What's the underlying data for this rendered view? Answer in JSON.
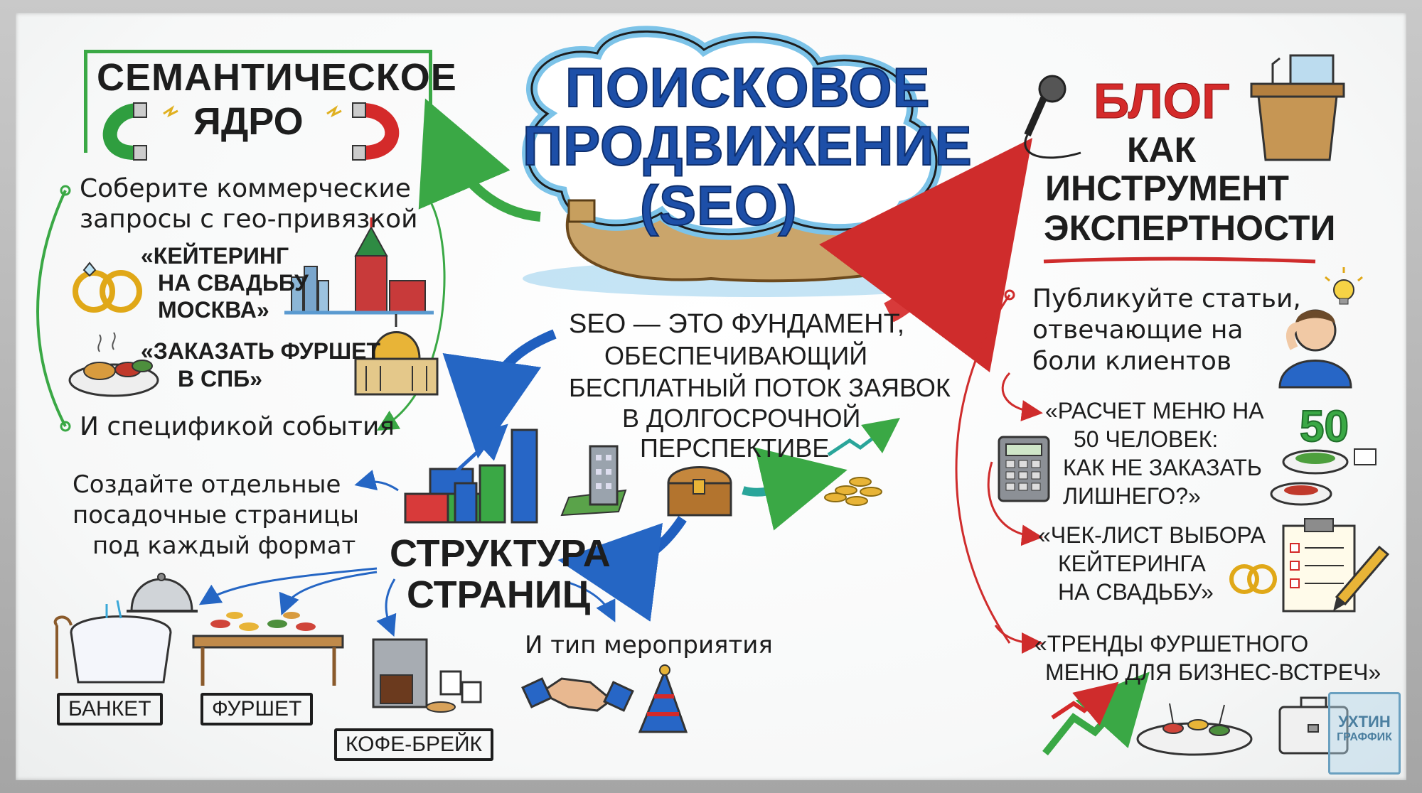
{
  "title": {
    "line1": "ПОИСКОВОЕ",
    "line2": "ПРОДВИЖЕНИЕ",
    "line3": "(SEO)"
  },
  "semantic_core": {
    "heading_line1": "СЕМАНТИЧЕСКОЕ",
    "heading_line2": "ЯДРО",
    "item1_line1": "Соберите коммерческие",
    "item1_line2": "запросы с гео-привязкой",
    "query1_line1": "«КЕЙТЕРИНГ",
    "query1_line2": "НА СВАДЬБУ",
    "query1_line3": "МОСКВА»",
    "query2_line1": "«ЗАКАЗАТЬ ФУРШЕТ",
    "query2_line2": "В СПБ»",
    "item2": "И спецификой события"
  },
  "center": {
    "line1": "SEO — ЭТО ФУНДАМЕНТ,",
    "line2": "ОБЕСПЕЧИВАЮЩИЙ",
    "line3": "БЕСПЛАТНЫЙ ПОТОК ЗАЯВОК",
    "line4": "В ДОЛГОСРОЧНОЙ",
    "line5": "ПЕРСПЕКТИВЕ"
  },
  "structure": {
    "heading_line1": "СТРУКТУРА",
    "heading_line2": "СТРАНИЦ",
    "landing_line1": "Создайте отдельные",
    "landing_line2": "посадочные страницы",
    "landing_line3": "под каждый формат",
    "formats": [
      "БАНКЕТ",
      "ФУРШЕТ",
      "КОФЕ-БРЕЙК"
    ],
    "event_type": "И тип мероприятия"
  },
  "blog": {
    "heading_line1": "БЛОГ",
    "heading_line2": "КАК",
    "heading_line3": "ИНСТРУМЕНТ",
    "heading_line4": "ЭКСПЕРТНОСТИ",
    "item1_line1": "Публикуйте статьи,",
    "item1_line2": "отвечающие на",
    "item1_line3": "боли клиентов",
    "article1_line1": "«РАСЧЕТ МЕНЮ НА",
    "article1_line2": "50 ЧЕЛОВЕК:",
    "article1_line3": "КАК НЕ ЗАКАЗАТЬ",
    "article1_line4": "ЛИШНЕГО?»",
    "article2_line1": "«ЧЕК-ЛИСТ ВЫБОРА",
    "article2_line2": "КЕЙТЕРИНГА",
    "article2_line3": "НА СВАДЬБУ»",
    "article3_line1": "«ТРЕНДЫ ФУРШЕТНОГО",
    "article3_line2": "МЕНЮ ДЛЯ БИЗНЕС-ВСТРЕЧ»",
    "badge_number": "50"
  },
  "icons": [
    "magnet-icon",
    "rings-icon",
    "kremlin-skyline-icon",
    "food-plate-icon",
    "cathedral-icon",
    "island-icon",
    "microphone-icon",
    "podium-laptop-icon",
    "lightbulb-icon",
    "worried-person-icon",
    "calculator-icon",
    "salad-plate-icon",
    "checklist-clipboard-icon",
    "pencil-icon",
    "growth-arrows-icon",
    "canape-platter-icon",
    "briefcase-icon",
    "lego-blocks-icon",
    "bar-chart-icon",
    "building-icon",
    "treasure-chest-icon",
    "coins-icon",
    "banquet-table-icon",
    "cloche-icon",
    "buffet-table-icon",
    "coffee-machine-icon",
    "handshake-icon",
    "party-hat-icon"
  ],
  "colors": {
    "title_blue": "#1d4fa8",
    "green_accent": "#3aa845",
    "red_accent": "#d42a2a",
    "arrow_blue": "#1f5fbf",
    "arrow_teal": "#2aa59a"
  }
}
